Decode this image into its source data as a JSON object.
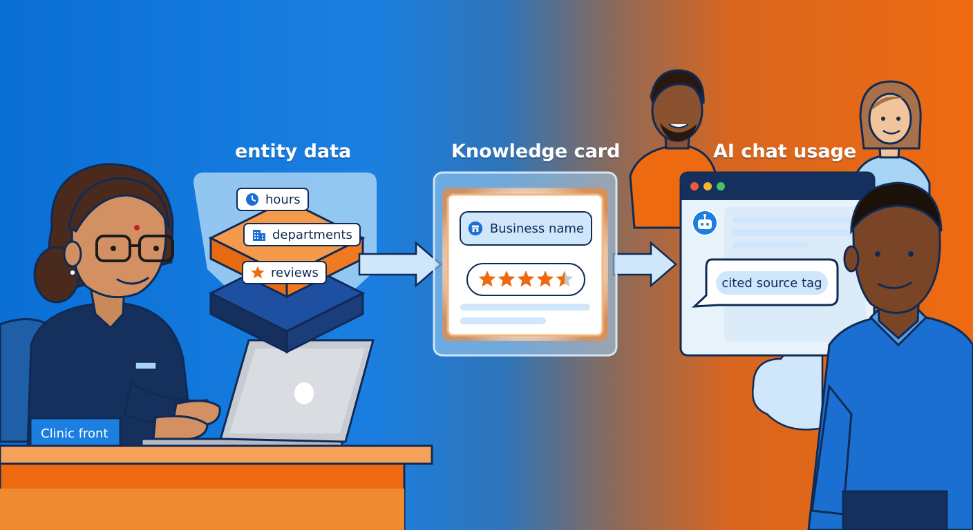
{
  "labels": {
    "entity_data": "entity data",
    "knowledge_card": "Knowledge card",
    "ai_chat_usage": "AI chat usage"
  },
  "entity_chips": [
    {
      "label": "hours",
      "icon": "clock-icon"
    },
    {
      "label": "departments",
      "icon": "building-icon"
    },
    {
      "label": "reviews",
      "icon": "star-icon"
    }
  ],
  "knowledge_card": {
    "business_name": "Business name",
    "business_icon": "storefront-icon",
    "rating": 4.5,
    "rating_max": 5
  },
  "chat": {
    "bubble_text": "cited source tag",
    "bot_icon": "robot-icon"
  },
  "desk_sign": "Clinic front",
  "colors": {
    "navy": "#0f2a55",
    "blue": "#1a7fe0",
    "orange": "#ee6a10",
    "light_blue": "#cfe6fb"
  }
}
